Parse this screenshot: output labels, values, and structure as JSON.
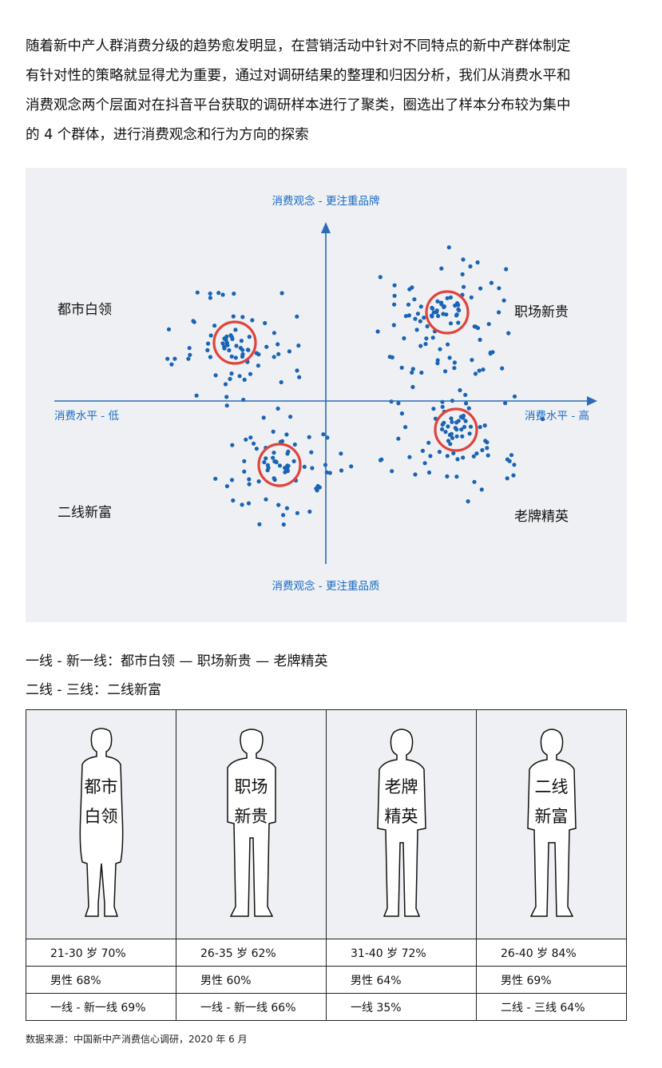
{
  "intro": {
    "lines": [
      "随着新中产人群消费分级的趋势愈发明显，在营销活动中针对不同特点的新中产群体制定",
      "有针对性的策略就显得尤为重要，通过对调研结果的整理和归因分析，我们从消费水平和",
      "消费观念两个层面对在抖音平台获取的调研样本进行了聚类，圈选出了样本分布较为集中",
      "的 4 个群体，进行消费观念和行为方向的探索"
    ]
  },
  "chart": {
    "axis_top": "消费观念 - 更注重品牌",
    "axis_bottom": "消费观念 - 更注重品质",
    "axis_left": "消费水平 - 低",
    "axis_right": "消费水平 - 高",
    "groups": {
      "top_left": "都市白领",
      "top_right": "职场新贵",
      "bottom_left": "二线新富",
      "bottom_right": "老牌精英"
    },
    "colors": {
      "axis": "#2b6cb8",
      "dot": "#1a64b4",
      "circle": "#e0443a",
      "panel": "#eef0f4"
    }
  },
  "tiers": {
    "line1": "一线 - 新一线：都市白领 — 职场新贵 — 老牌精英",
    "line2": "二线 - 三线：二线新富"
  },
  "personas": [
    {
      "name1": "都市",
      "name2": "白领",
      "age": "21-30 岁 70%",
      "gender": "男性 68%",
      "city": "一线 - 新一线 69%"
    },
    {
      "name1": "职场",
      "name2": "新贵",
      "age": "26-35 岁 62%",
      "gender": "男性 60%",
      "city": "一线 - 新一线 66%"
    },
    {
      "name1": "老牌",
      "name2": "精英",
      "age": "31-40 岁 72%",
      "gender": "男性 64%",
      "city": "一线 35%"
    },
    {
      "name1": "二线",
      "name2": "新富",
      "age": "26-40 岁 84%",
      "gender": "男性 69%",
      "city": "二线 - 三线 64%"
    }
  ],
  "source": "数据来源：中国新中产消费信心调研，2020 年 6 月"
}
